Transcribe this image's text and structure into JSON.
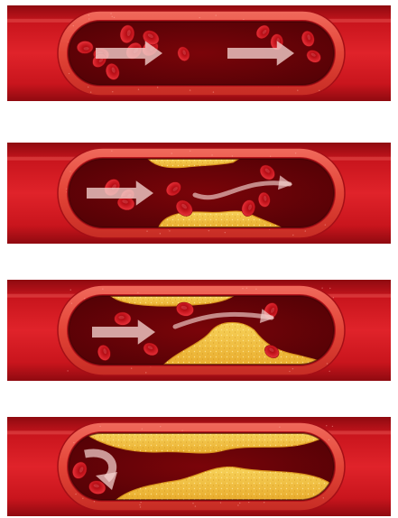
{
  "diagram": {
    "stages": [
      {
        "id": "normal-flow",
        "plaque_level": 0,
        "cells_before": 9,
        "cells_after": 4,
        "arrows": 2
      },
      {
        "id": "mild-plaque",
        "plaque_level": 1,
        "cells_before": 5,
        "cells_after": 3,
        "arrows": 2
      },
      {
        "id": "moderate-plaque",
        "plaque_level": 2,
        "cells_before": 4,
        "cells_after": 2,
        "arrows": 2
      },
      {
        "id": "severe-plaque",
        "plaque_level": 3,
        "cells_before": 2,
        "cells_after": 0,
        "arrows": 1
      }
    ],
    "colors": {
      "vessel_outer": "#c4121a",
      "vessel_dark": "#7c050a",
      "vessel_wall": "#e14a3c",
      "vessel_inner_wall": "#b5141b",
      "lumen": "#6d0308",
      "plaque": "#f2c043",
      "plaque_edge": "#d9921d",
      "blood_cell": "#cf1a22",
      "blood_cell_center": "#8d050b",
      "arrow": "#f4d2ce"
    }
  }
}
